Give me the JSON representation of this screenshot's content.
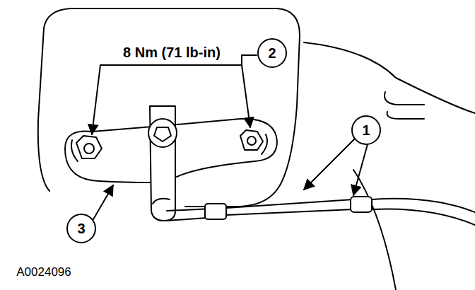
{
  "diagram": {
    "labels": [
      "8 Nm (71 lb-in)",
      "2",
      "1",
      "3",
      "A0024096"
    ]
  }
}
